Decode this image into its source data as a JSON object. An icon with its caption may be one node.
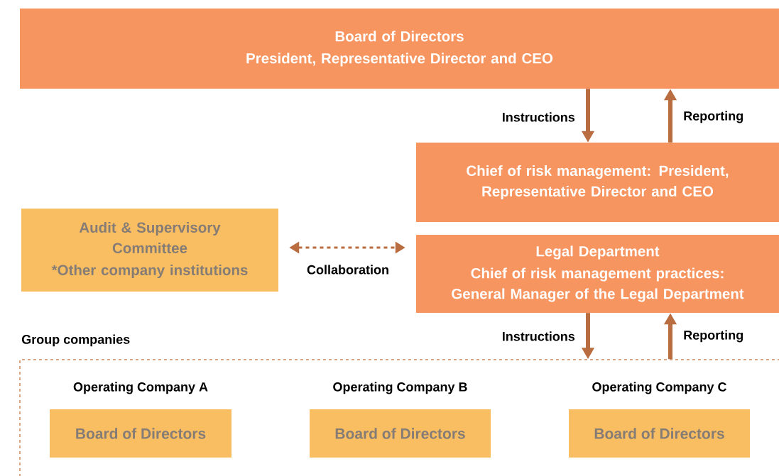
{
  "diagram": {
    "nodes": [
      {
        "text": [
          "Board of Directors",
          "President, Representative Director and CEO"
        ]
      },
      {
        "text": [
          "Chief of risk management: President, Representative Director and CEO"
        ]
      },
      {
        "text": [
          "Audit & Supervisory Committee",
          "*Other company institutions"
        ]
      },
      {
        "text": [
          "Legal Department",
          "Chief of risk management practices: General Manager of the Legal Department"
        ]
      },
      {
        "text": [
          "Group companies"
        ]
      },
      {
        "text": [
          "Operating Company A",
          "Board of Directors"
        ],
        "in": 4
      },
      {
        "text": [
          "Operating Company B",
          "Board of Directors"
        ],
        "in": 4
      },
      {
        "text": [
          "Operating Company C",
          "Board of Directors"
        ],
        "in": 4
      }
    ],
    "edges": [
      {
        "from": 0,
        "to": 1,
        "arrow": "to",
        "label": "Instructions"
      },
      {
        "from": 1,
        "to": 0,
        "arrow": "to",
        "label": "Reporting"
      },
      {
        "from": 2,
        "to": 3,
        "arrow": "both",
        "label": "Collaboration",
        "style": "dashed"
      },
      {
        "from": 3,
        "to": 4,
        "arrow": "to",
        "label": "Instructions"
      },
      {
        "from": 4,
        "to": 3,
        "arrow": "to",
        "label": "Reporting"
      }
    ]
  }
}
